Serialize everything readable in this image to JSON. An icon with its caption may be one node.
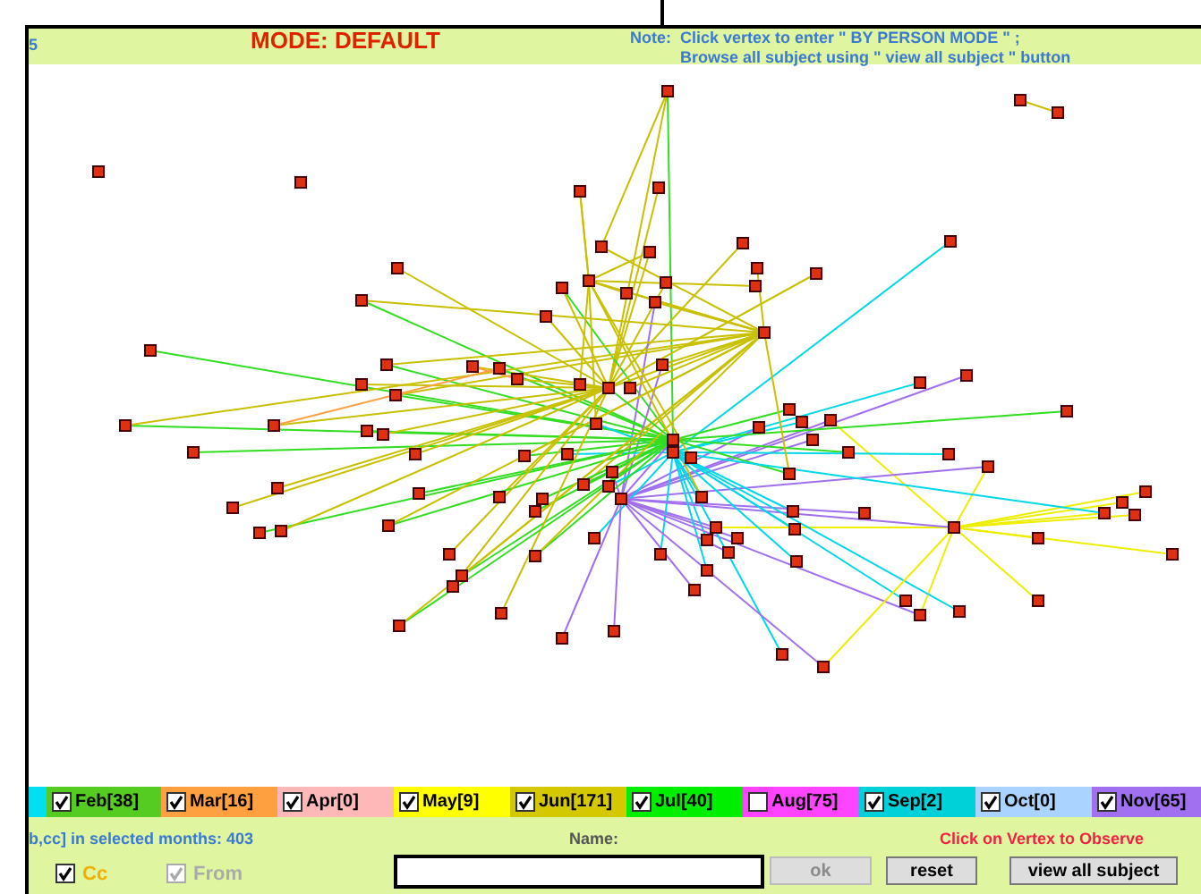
{
  "diagram": {
    "labels": [
      "5",
      "MODE: DEFAULT",
      "Note:",
      "Click vertex to enter \" BY PERSON MODE \" ;",
      "Browse all subject using \" view all subject \" button",
      "b,cc] in selected months: 403",
      "Name:",
      "Click on Vertex to Observe",
      "Cc",
      "From",
      "ok",
      "reset",
      "view all subject"
    ],
    "legend": [
      {
        "text": "Feb[38]",
        "color": "#55cc22"
      },
      {
        "text": "Mar[16]",
        "color": "#ffa040"
      },
      {
        "text": "Apr[0]",
        "color": "#ffb8b8"
      },
      {
        "text": "May[9]",
        "color": "#ffff00"
      },
      {
        "text": "Jun[171]",
        "color": "#d4c800"
      },
      {
        "text": "Jul[40]",
        "color": "#00ee00"
      },
      {
        "text": "Aug[75]",
        "color": "#ff44ff"
      },
      {
        "text": "Sep[2]",
        "color": "#00d0d8"
      },
      {
        "text": "Oct[0]",
        "color": "#aad4ff"
      },
      {
        "text": "Nov[65]",
        "color": "#a070f0"
      }
    ]
  }
}
